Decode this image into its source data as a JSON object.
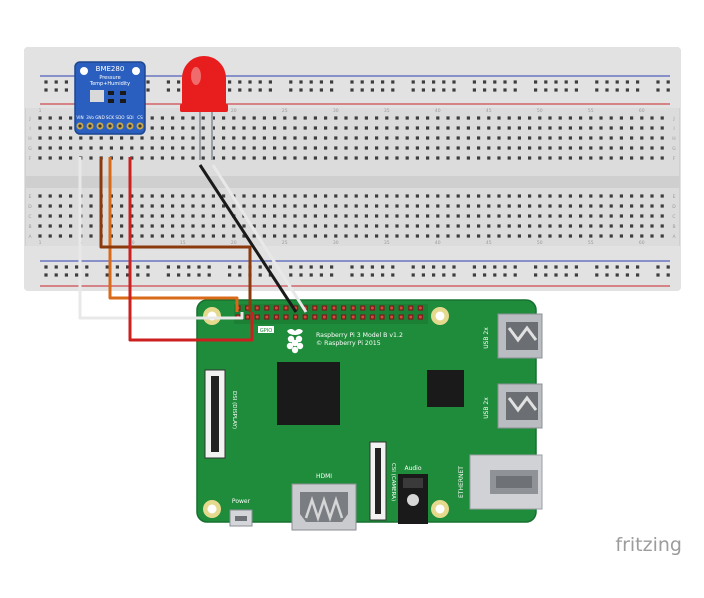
{
  "breadboard": {
    "column_numbers": [
      "1",
      "5",
      "10",
      "15",
      "20",
      "25",
      "30",
      "35",
      "40",
      "45",
      "50",
      "55",
      "60"
    ],
    "row_letters_top": [
      "J",
      "I",
      "H",
      "G",
      "F"
    ],
    "row_letters_bottom": [
      "E",
      "D",
      "C",
      "B",
      "A"
    ]
  },
  "sensor": {
    "name": "BME280",
    "line1": "Pressure",
    "line2": "Temp+Humidity",
    "pins": [
      "VIN",
      "3Vo",
      "GND",
      "SCK",
      "SDO",
      "SDI",
      "CS"
    ],
    "color": "#2b5fbf"
  },
  "led": {
    "color": "#e81e1e"
  },
  "pi": {
    "model_line": "Raspberry Pi 3 Model B v1.2",
    "copyright_line": "© Raspberry Pi 2015",
    "gpio_label": "GPIO",
    "usb1": "USB 2x",
    "usb2": "USB 2x",
    "ethernet": "ETHERNET",
    "hdmi": "HDMI",
    "audio": "Audio",
    "power": "Power",
    "dsi": "DSI (DISPLAY)",
    "csi": "CSI (CAMERA)",
    "board_color": "#1e8c3a"
  },
  "wires": {
    "white": "#e8e8e8",
    "orange": "#d86a1a",
    "brown": "#8b3a0e",
    "red": "#cc1f1f",
    "black": "#1a1a1a"
  },
  "watermark": "fritzing"
}
